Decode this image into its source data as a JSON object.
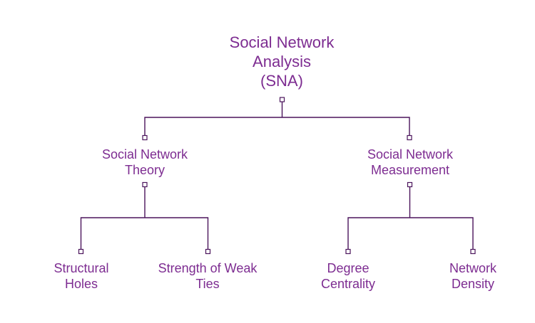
{
  "diagram": {
    "type": "tree",
    "background": "#ffffff",
    "colors": {
      "node_text": "#7d2c91",
      "connector_line": "#4b145c",
      "connector_marker_fill": "#ffffff"
    },
    "nodes": {
      "root": {
        "label": "Social Network Analysis (SNA)",
        "lines": [
          "Social Network",
          "Analysis",
          "(SNA)"
        ]
      },
      "theory": {
        "label": "Social Network Theory",
        "lines": [
          "Social Network",
          "Theory"
        ]
      },
      "measurement": {
        "label": "Social Network Measurement",
        "lines": [
          "Social Network",
          "Measurement"
        ]
      },
      "structural_holes": {
        "label": "Structural Holes",
        "lines": [
          "Structural",
          "Holes"
        ]
      },
      "weak_ties": {
        "label": "Strength of Weak Ties",
        "lines": [
          "Strength of Weak",
          "Ties"
        ]
      },
      "degree_centrality": {
        "label": "Degree Centrality",
        "lines": [
          "Degree",
          "Centrality"
        ]
      },
      "network_density": {
        "label": "Network Density",
        "lines": [
          "Network",
          "Density"
        ]
      }
    },
    "hierarchy": {
      "root": [
        "theory",
        "measurement"
      ],
      "theory": [
        "structural_holes",
        "weak_ties"
      ],
      "measurement": [
        "degree_centrality",
        "network_density"
      ]
    }
  }
}
